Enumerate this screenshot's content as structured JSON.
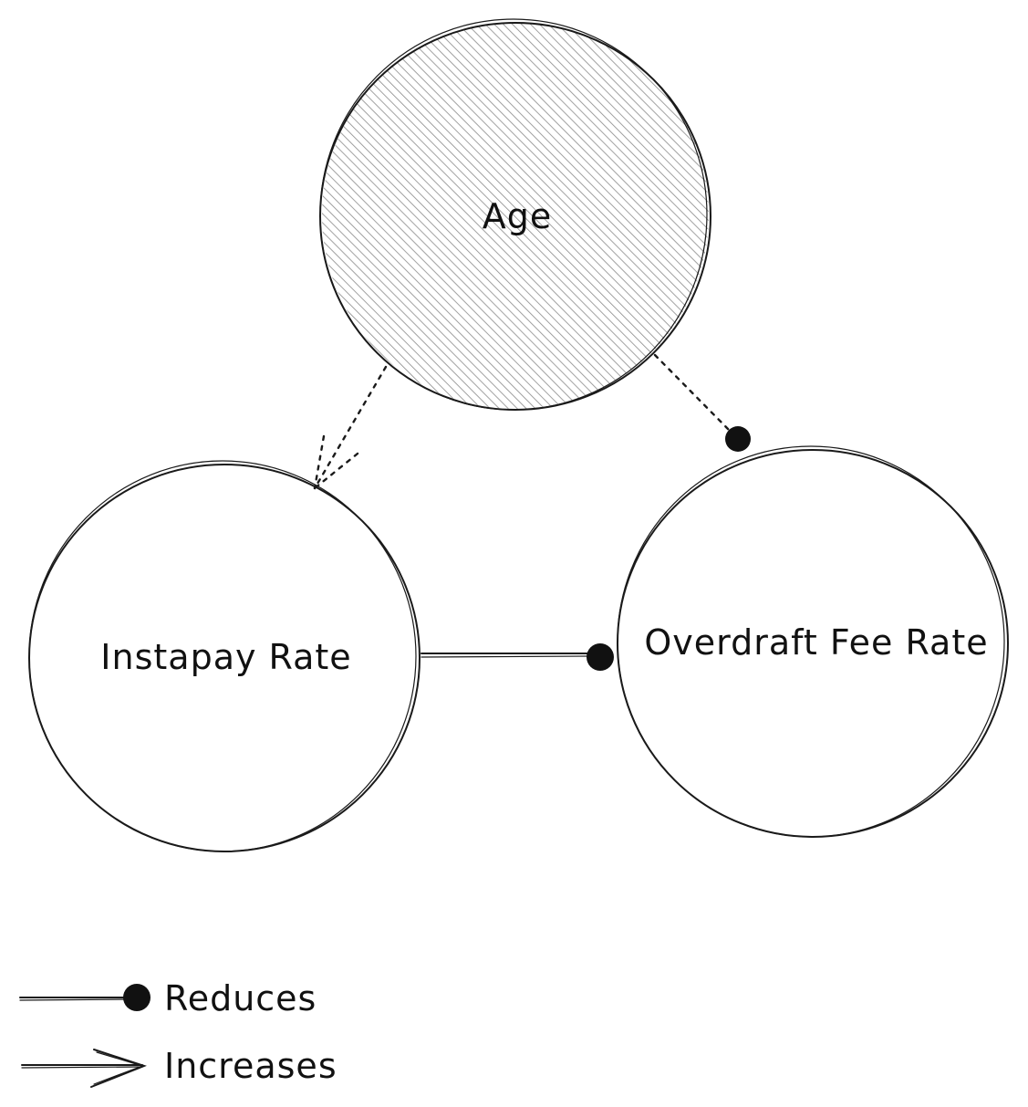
{
  "nodes": [
    {
      "id": "age",
      "label": "Age",
      "style": "hatched"
    },
    {
      "id": "instapay",
      "label": "Instapay Rate",
      "style": "plain"
    },
    {
      "id": "overdraft",
      "label": "Overdraft Fee Rate",
      "style": "plain"
    }
  ],
  "edges": [
    {
      "from": "age",
      "to": "instapay",
      "relation": "increases",
      "line": "dotted"
    },
    {
      "from": "age",
      "to": "overdraft",
      "relation": "reduces",
      "line": "dotted"
    },
    {
      "from": "instapay",
      "to": "overdraft",
      "relation": "reduces",
      "line": "solid"
    }
  ],
  "legend": {
    "reduces_label": "Reduces",
    "increases_label": "Increases"
  },
  "colors": {
    "ink": "#1a1a1a",
    "hatch": "#8a8a8a",
    "background": "#ffffff"
  }
}
